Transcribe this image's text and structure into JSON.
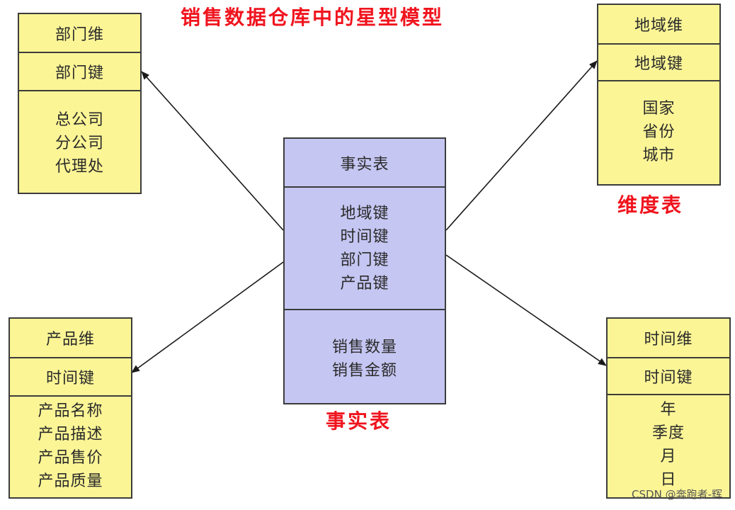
{
  "title": "销售数据仓库中的星型模型",
  "fact_table": {
    "header": "事实表",
    "keys": [
      "地域键",
      "时间键",
      "部门键",
      "产品键"
    ],
    "measures": [
      "销售数量",
      "销售金额"
    ],
    "caption": "事实表"
  },
  "dimension_caption": "维度表",
  "dimensions": {
    "department": {
      "dimension": "部门维",
      "key": "部门键",
      "attributes": [
        "总公司",
        "分公司",
        "代理处"
      ]
    },
    "region": {
      "dimension": "地域维",
      "key": "地域键",
      "attributes": [
        "国家",
        "省份",
        "城市"
      ]
    },
    "product": {
      "dimension": "产品维",
      "key": "时间键",
      "attributes": [
        "产品名称",
        "产品描述",
        "产品售价",
        "产品质量"
      ]
    },
    "time": {
      "dimension": "时间维",
      "key": "时间键",
      "attributes": [
        "年",
        "季度",
        "月",
        "日"
      ]
    }
  },
  "colors": {
    "dimension_fill": "#fbf596",
    "fact_fill": "#c5c6f2",
    "border": "#3c3c3c",
    "caption_red": "#f0141e"
  },
  "watermark": "CSDN @奔跑者-辉"
}
